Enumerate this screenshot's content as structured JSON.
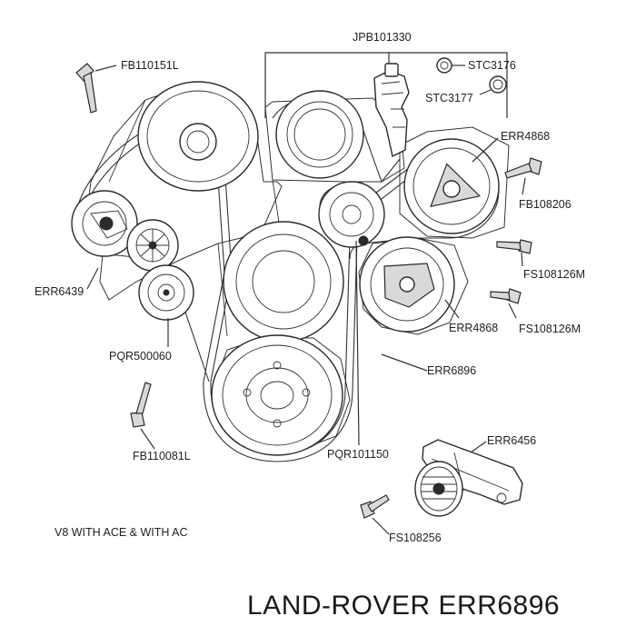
{
  "labels": {
    "jpb101330": "JPB101330",
    "fb110151l": "FB110151L",
    "stc3176": "STC3176",
    "stc3177": "STC3177",
    "err4868_top": "ERR4868",
    "fb108206": "FB108206",
    "fs108126m_top": "FS108126M",
    "err6439": "ERR6439",
    "fs108126m_mid": "FS108126M",
    "err4868_mid": "ERR4868",
    "pqr500060": "PQR500060",
    "err6896": "ERR6896",
    "fb110081l": "FB110081L",
    "pqr101150": "PQR101150",
    "err6456": "ERR6456",
    "fs108256": "FS108256"
  },
  "caption": "V8 WITH ACE & WITH AC",
  "title": "LAND-ROVER ERR6896",
  "icons": {
    "pulley": "pulley-icon",
    "bolt": "bolt-icon",
    "o_ring": "o-ring-icon",
    "pump": "pump-icon",
    "tensioner": "tensioner-icon",
    "belt": "belt-icon"
  }
}
